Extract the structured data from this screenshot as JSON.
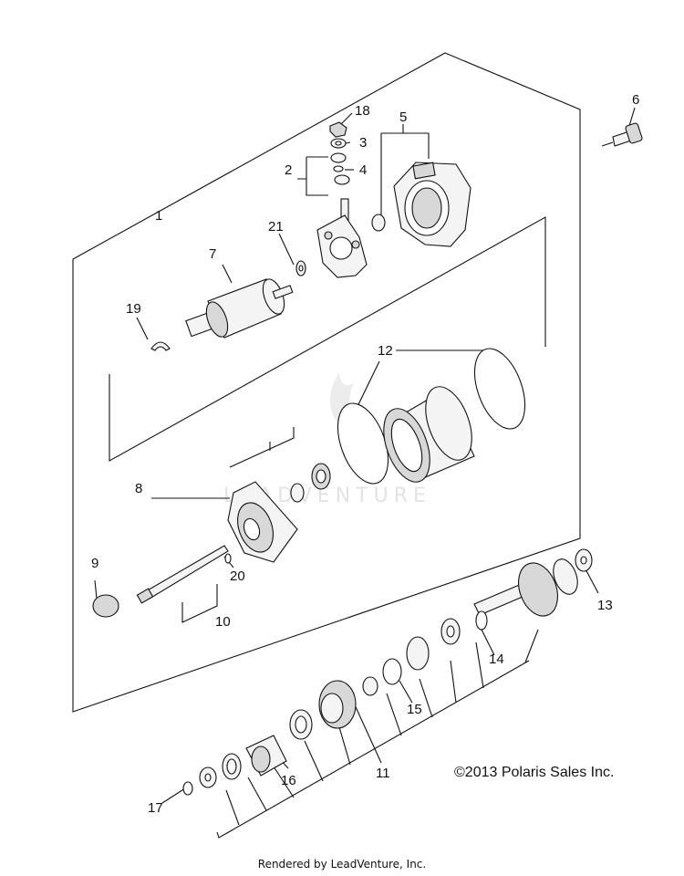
{
  "callouts": {
    "c1": "1",
    "c2": "2",
    "c3": "3",
    "c4": "4",
    "c5": "5",
    "c6": "6",
    "c7": "7",
    "c8": "8",
    "c9": "9",
    "c10": "10",
    "c11": "11",
    "c12": "12",
    "c13": "13",
    "c14": "14",
    "c15": "15",
    "c16": "16",
    "c17": "17",
    "c18": "18",
    "c19": "19",
    "c20": "20",
    "c21": "21"
  },
  "watermark": "LEADVENTURE",
  "copyright": "©2013 Polaris Sales Inc.",
  "footer": "Rendered by LeadVenture, Inc."
}
